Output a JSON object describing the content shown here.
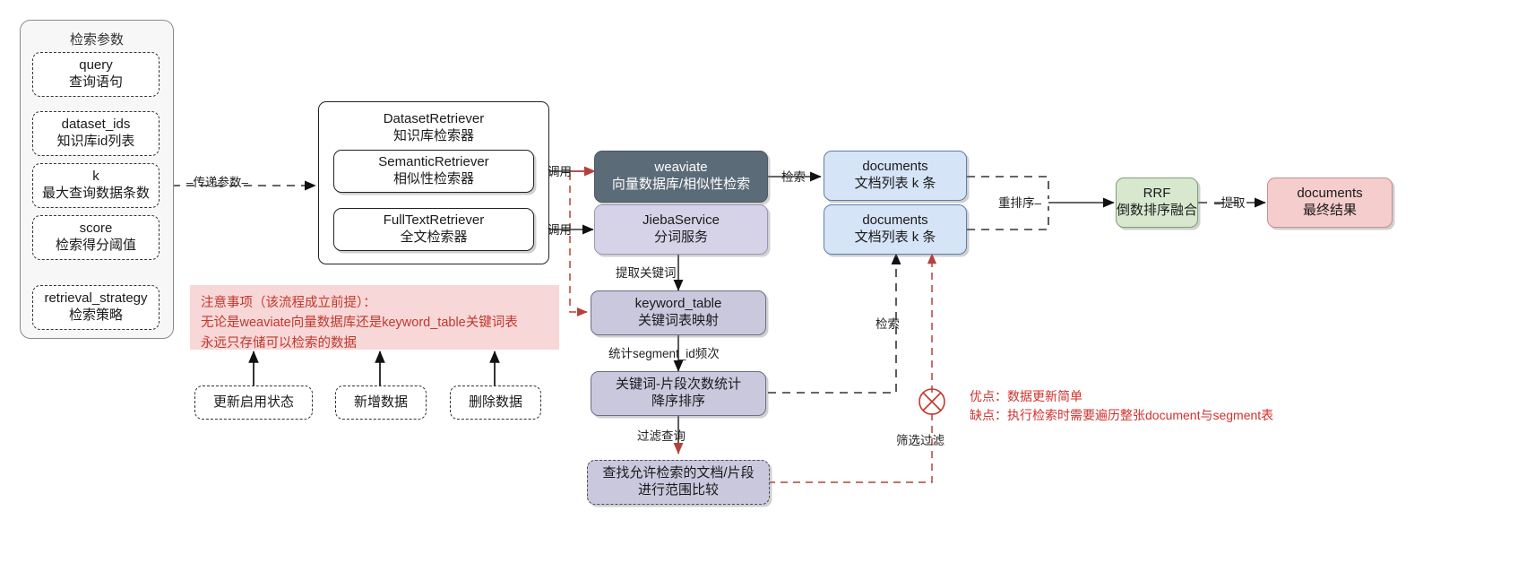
{
  "diagram": {
    "params_panel": {
      "title": "检索参数",
      "items": [
        {
          "name": "query",
          "desc": "查询语句"
        },
        {
          "name": "dataset_ids",
          "desc": "知识库id列表"
        },
        {
          "name": "k",
          "desc": "最大查询数据条数"
        },
        {
          "name": "score",
          "desc": "检索得分阈值"
        },
        {
          "name": "retrieval_strategy",
          "desc": "检索策略"
        }
      ]
    },
    "retriever": {
      "title": "DatasetRetriever",
      "subtitle": "知识库检索器",
      "children": [
        {
          "name": "SemanticRetriever",
          "desc": "相似性检索器"
        },
        {
          "name": "FullTextRetriever",
          "desc": "全文检索器"
        }
      ]
    },
    "services": {
      "weaviate": {
        "name": "weaviate",
        "desc": "向量数据库/相似性检索",
        "color": "#5b6b78"
      },
      "jieba": {
        "name": "JiebaService",
        "desc": "分词服务",
        "color": "#d6d3e8"
      }
    },
    "documents": [
      {
        "name": "documents",
        "desc": "文档列表 k 条",
        "color": "#d6e4f7"
      },
      {
        "name": "documents",
        "desc": "文档列表 k 条",
        "color": "#d6e4f7"
      }
    ],
    "rrf": {
      "name": "RRF",
      "desc": "倒数排序融合",
      "color": "#d7e8cf"
    },
    "final": {
      "name": "documents",
      "desc": "最终结果",
      "color": "#f6cdcd"
    },
    "keyword_flow": [
      {
        "name": "keyword_table",
        "desc": "关键词表映射",
        "color": "#c9c8dd"
      },
      {
        "name": "关键词-片段次数统计",
        "desc": "降序排序",
        "color": "#c9c8dd"
      },
      {
        "name": "查找允许检索的文档/片段",
        "desc": "进行范围比较",
        "color": "#c9c8dd"
      }
    ],
    "bottom_inputs": [
      {
        "label": "更新启用状态"
      },
      {
        "label": "新增数据"
      },
      {
        "label": "删除数据"
      }
    ],
    "edge_labels": {
      "pass_params": "–传递参数–",
      "call_1": "调用",
      "call_2": "调用",
      "retrieve_top": "检索",
      "rerank": "重排序–",
      "extract": "–提取",
      "extract_keyword": "提取关键词",
      "count_segment": "统计segment_id频次",
      "filter_query": "过滤查询",
      "retrieve_right": "检索",
      "screen_filter": "筛选过滤"
    },
    "pink_note": {
      "line1": "注意事项（该流程成立前提）：",
      "line2": "无论是weaviate向量数据库还是keyword_table关键词表",
      "line3": "永远只存储可以检索的数据"
    },
    "red_note": {
      "line1": "优点：数据更新简单",
      "line2": "缺点：执行检索时需要遍历整张document与segment表"
    },
    "colors": {
      "accent_red": "#c0392b",
      "pink_bg": "#f8d7d8",
      "weaviate_bg": "#5b6b78",
      "doc_bg": "#d6e4f7",
      "rrf_bg": "#d7e8cf",
      "final_bg": "#f6cdcd",
      "purple_bg": "#c9c8dd"
    }
  }
}
